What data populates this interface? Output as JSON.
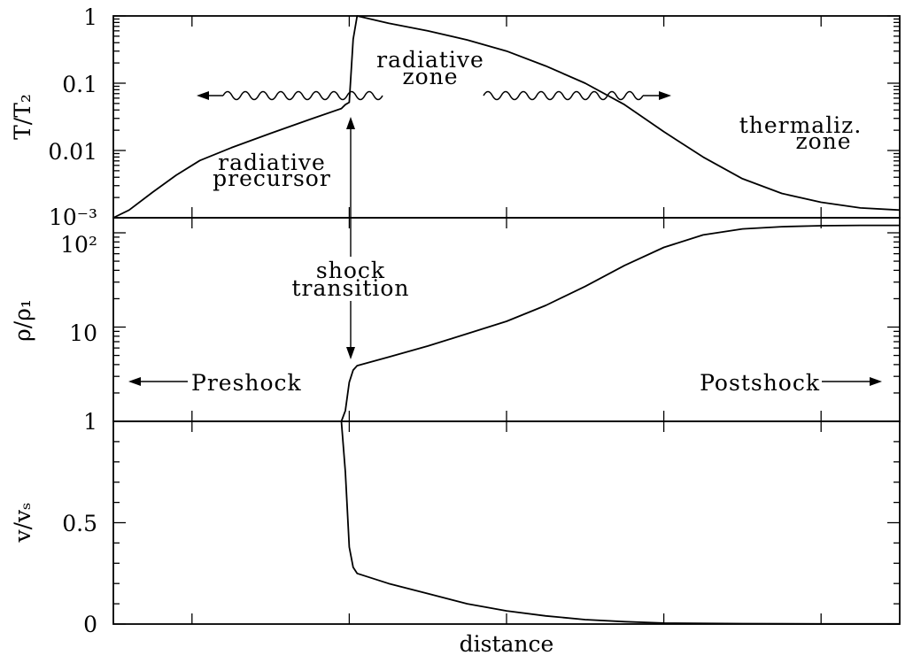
{
  "chart_data": [
    {
      "type": "line",
      "ylabel": "T/T₂",
      "yscale": "log",
      "ylim": [
        0.001,
        1
      ],
      "y_ticks": [
        "1",
        "0.1",
        "0.01",
        "10⁻³"
      ],
      "xlim": [
        0,
        10
      ],
      "x_tick_positions": [
        1,
        3,
        5,
        7,
        9
      ],
      "series": [
        {
          "x": [
            0,
            0.2,
            0.5,
            0.8,
            1.1,
            1.5,
            2.0,
            2.5,
            2.9,
            2.95,
            3.0,
            3.05,
            3.1,
            3.5,
            4.0,
            4.5,
            5.0,
            5.5,
            6.0,
            6.5,
            7.0,
            7.5,
            8.0,
            8.5,
            9.0,
            9.5,
            10.0
          ],
          "y": [
            0.001,
            0.0013,
            0.0024,
            0.0043,
            0.0071,
            0.011,
            0.018,
            0.029,
            0.042,
            0.048,
            0.052,
            0.45,
            1.0,
            0.78,
            0.6,
            0.44,
            0.3,
            0.18,
            0.1,
            0.048,
            0.019,
            0.008,
            0.0038,
            0.0023,
            0.0017,
            0.0014,
            0.0013
          ]
        }
      ],
      "annotations": {
        "radiative_zone": [
          "radiative",
          "zone"
        ],
        "radiative_precursor": [
          "radiative",
          "precursor"
        ],
        "thermaliz_zone": [
          "thermaliz.",
          "zone"
        ]
      }
    },
    {
      "type": "line",
      "ylabel": "ρ/ρ₁",
      "yscale": "log",
      "ylim": [
        1,
        140
      ],
      "y_ticks": [
        "10²",
        "10",
        "1"
      ],
      "xlim": [
        0,
        10
      ],
      "x_tick_positions": [
        1,
        3,
        5,
        7,
        9
      ],
      "series": [
        {
          "x": [
            0,
            1,
            2,
            2.9,
            2.95,
            3.0,
            3.05,
            3.1,
            3.5,
            4.0,
            4.5,
            5.0,
            5.5,
            6.0,
            6.5,
            7.0,
            7.5,
            8.0,
            8.5,
            9.0,
            9.5,
            10.0
          ],
          "y": [
            1,
            1,
            1,
            1.0,
            1.3,
            2.6,
            3.5,
            3.9,
            4.8,
            6.3,
            8.5,
            11.5,
            17,
            27,
            45,
            70,
            95,
            110,
            116,
            119,
            120,
            120
          ]
        }
      ],
      "annotations": {
        "shock_transition": [
          "shock",
          "transition"
        ],
        "preshock": "Preshock",
        "postshock": "Postshock"
      }
    },
    {
      "type": "line",
      "ylabel": "v/vₛ",
      "ylim": [
        0,
        1
      ],
      "y_ticks": [
        "1",
        "0.5",
        "0"
      ],
      "xlabel": "distance",
      "xlim": [
        0,
        10
      ],
      "x_tick_positions": [
        1,
        3,
        5,
        7,
        9
      ],
      "series": [
        {
          "x": [
            0,
            1,
            2,
            2.9,
            2.95,
            3.0,
            3.05,
            3.1,
            3.5,
            4.0,
            4.5,
            5.0,
            5.5,
            6.0,
            6.5,
            7.0,
            8.0,
            9.0,
            10.0
          ],
          "y": [
            1,
            1,
            1,
            1.0,
            0.75,
            0.38,
            0.28,
            0.25,
            0.2,
            0.15,
            0.1,
            0.065,
            0.04,
            0.022,
            0.012,
            0.005,
            0.002,
            0.001,
            0.001
          ]
        }
      ]
    }
  ]
}
